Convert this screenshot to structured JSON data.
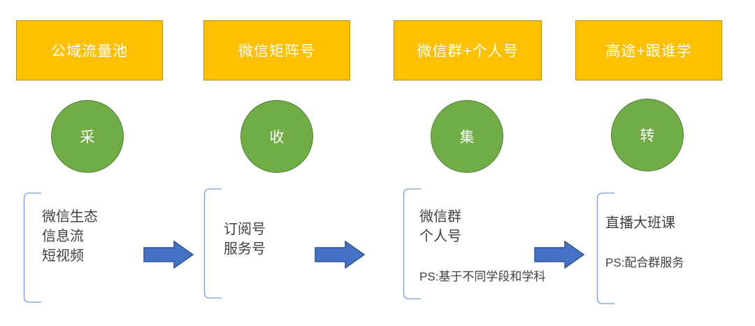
{
  "diagram": {
    "columns": [
      {
        "header": "公域流量池",
        "stage": "采",
        "items": [
          "微信生态",
          "信息流",
          "短视频"
        ],
        "note": ""
      },
      {
        "header": "微信矩阵号",
        "stage": "收",
        "items": [
          "订阅号",
          "服务号"
        ],
        "note": ""
      },
      {
        "header": "微信群+个人号",
        "stage": "集",
        "items": [
          "微信群",
          "个人号"
        ],
        "note": "PS:基于不同学段和学科"
      },
      {
        "header": "高途+跟谁学",
        "stage": "转",
        "items": [
          "直播大班课"
        ],
        "note": "PS:配合群服务"
      }
    ],
    "colors": {
      "header_fill": "#FFC000",
      "header_border": "#BF9000",
      "header_text": "#FFFFFF",
      "stage_fill": "#70AD47",
      "stage_border": "#538135",
      "stage_text": "#FFFFFF",
      "arrow_fill": "#4472C4",
      "arrow_border": "#2F528F",
      "bracket": "#8FAADC",
      "body_text": "#404040",
      "background": "#FFFFFF"
    }
  }
}
